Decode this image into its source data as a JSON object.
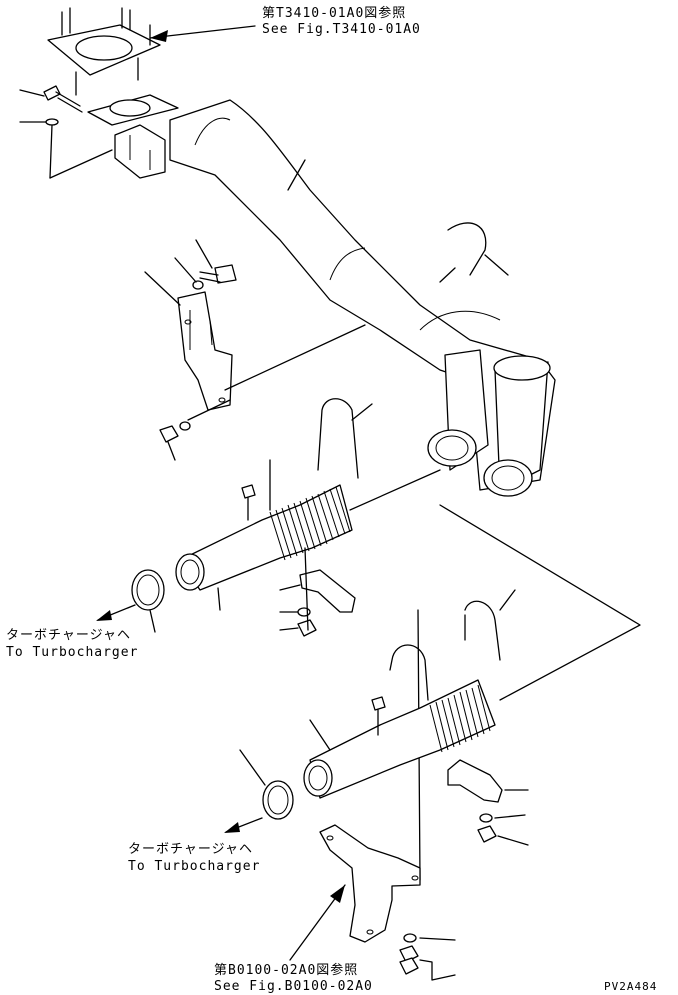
{
  "labels": {
    "ref_top_jp": "第T3410-01A0図参照",
    "ref_top_en": "See Fig.T3410-01A0",
    "turbo_upper_jp": "ターボチャージャヘ",
    "turbo_upper_en": "To Turbocharger",
    "turbo_lower_jp": "ターボチャージャヘ",
    "turbo_lower_en": "To Turbocharger",
    "ref_bottom_jp": "第B0100-02A0図参照",
    "ref_bottom_en": "See Fig.B0100-02A0",
    "drawing_code": "PV2A484"
  },
  "colors": {
    "ink": "#000000",
    "paper": "#ffffff"
  }
}
